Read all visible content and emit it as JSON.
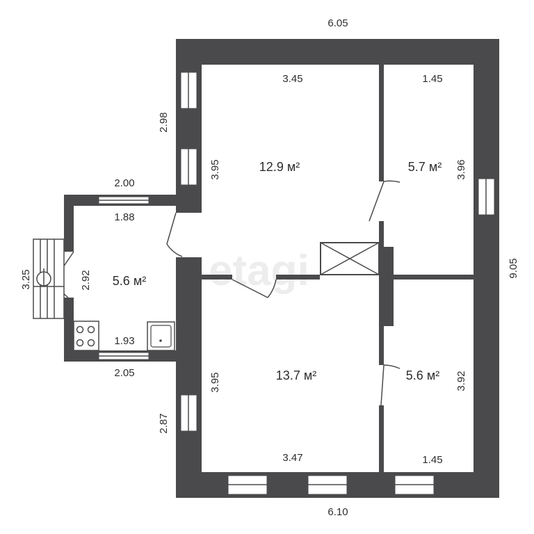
{
  "watermark": "etagi",
  "areas": {
    "room_top_left": "12.9 м²",
    "room_top_right": "5.7 м²",
    "kitchen": "5.6 м²",
    "room_bottom_left": "13.7 м²",
    "room_bottom_right": "5.6 м²"
  },
  "dimensions": {
    "top_overall": "6.05",
    "bottom_overall": "6.10",
    "right_overall": "9.05",
    "top_left_room_width": "3.45",
    "top_right_room_width": "1.45",
    "bottom_left_room_width": "3.47",
    "bottom_right_room_width": "1.45",
    "upper_left_outer": "2.98",
    "lower_left_outer": "2.87",
    "top_left_room_height": "3.95",
    "bottom_left_room_height": "3.95",
    "top_right_room_height": "3.96",
    "bottom_right_room_height": "3.92",
    "kitchen_outer_top": "2.00",
    "kitchen_inner_top": "1.88",
    "kitchen_inner_bottom": "1.93",
    "kitchen_outer_bottom": "2.05",
    "kitchen_height": "2.92",
    "porch_height": "3.25"
  }
}
